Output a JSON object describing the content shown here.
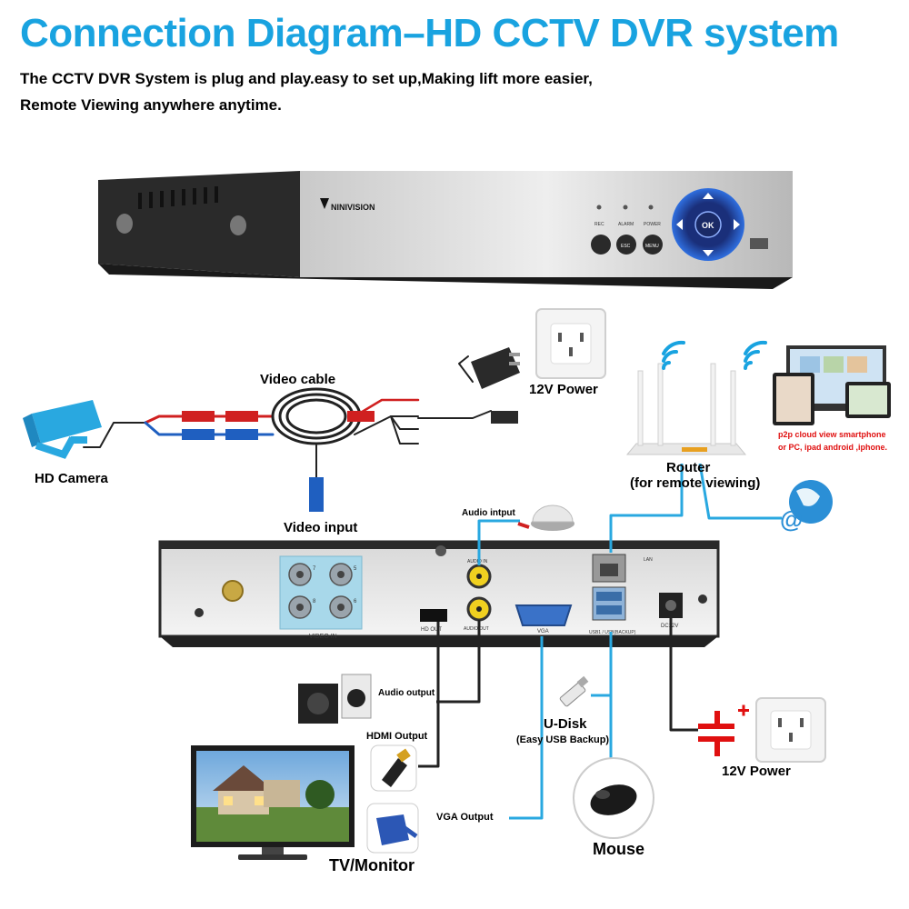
{
  "title": "Connection Diagram–HD CCTV DVR system",
  "subtitle_line1": "The CCTV DVR System is plug and play.easy to set up,Making lift more easier,",
  "subtitle_line2": "Remote Viewing anywhere anytime.",
  "dvr_front": {
    "brand": "NINIVISION",
    "indicators": [
      "REC",
      "ALARM",
      "POWER"
    ],
    "buttons": [
      "ESC",
      "MENU"
    ],
    "nav_center": "OK"
  },
  "dvr_rear": {
    "video_in_label": "VIDEO IN",
    "ports": {
      "hdmi": "HD OUT",
      "audio_in": "AUDIO IN",
      "audio_out": "AUDIO OUT",
      "vga": "VGA",
      "lan": "LAN",
      "usb": "USB1 / USB(BACKUP)",
      "dc": "DC12V"
    },
    "bnc_numbers": [
      "7",
      "5",
      "8",
      "6"
    ]
  },
  "labels": {
    "video_cable": "Video cable",
    "hd_camera": "HD Camera",
    "video_input": "Video input",
    "power_top": "12V Power",
    "router": "Router",
    "router_note": "(for remote viewing)",
    "p2p_line1": "p2p cloud  view smartphone",
    "p2p_line2": "or PC, ipad android ,iphone.",
    "audio_input": "Audio intput",
    "audio_output": "Audio output",
    "hdmi_output": "HDMI Output",
    "vga_output": "VGA Output",
    "udisk": "U-Disk",
    "udisk_note": "(Easy USB Backup)",
    "power_bottom": "12V Power",
    "tv_monitor": "TV/Monitor",
    "mouse": "Mouse"
  },
  "colors": {
    "title": "#19a3e0",
    "blue_cable": "#29a8e0",
    "dark_cable": "#222222",
    "alert": "#e01010"
  }
}
